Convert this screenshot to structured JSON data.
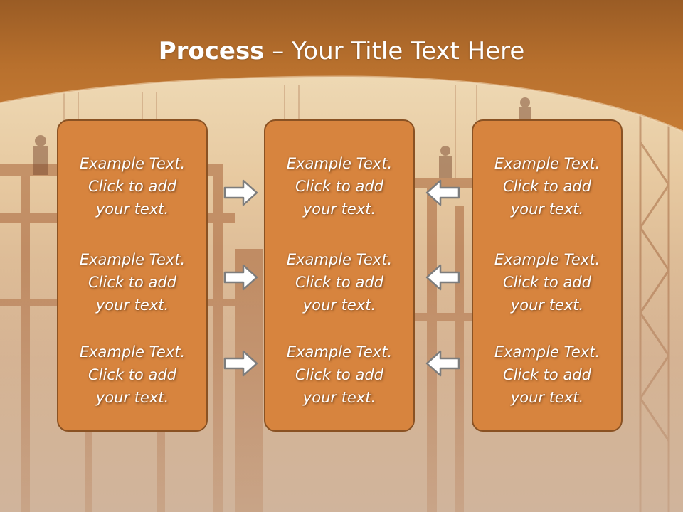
{
  "slide": {
    "title_bold": "Process",
    "title_rest": " – Your Title Text Here"
  },
  "columns": [
    {
      "items": [
        {
          "line1": "Example Text.",
          "line2": "Click  to add",
          "line3": "your text."
        },
        {
          "line1": "Example Text.",
          "line2": "Click  to add",
          "line3": "your text."
        },
        {
          "line1": "Example Text.",
          "line2": "Click  to add",
          "line3": "your text."
        }
      ]
    },
    {
      "items": [
        {
          "line1": "Example Text.",
          "line2": "Click  to add",
          "line3": "your text."
        },
        {
          "line1": "Example Text.",
          "line2": "Click  to add",
          "line3": "your text."
        },
        {
          "line1": "Example Text.",
          "line2": "Click  to add",
          "line3": "your text."
        }
      ]
    },
    {
      "items": [
        {
          "line1": "Example Text.",
          "line2": "Click  to add",
          "line3": "your text."
        },
        {
          "line1": "Example Text.",
          "line2": "Click  to add",
          "line3": "your text."
        },
        {
          "line1": "Example Text.",
          "line2": "Click  to add",
          "line3": "your text."
        }
      ]
    }
  ],
  "arrows": {
    "left_group": "arrow-right-icon",
    "right_group": "arrow-left-icon"
  },
  "colors": {
    "header": "#b8702d",
    "box_fill": "#d7843e",
    "box_border": "#8a5223",
    "text": "#ffffff"
  }
}
